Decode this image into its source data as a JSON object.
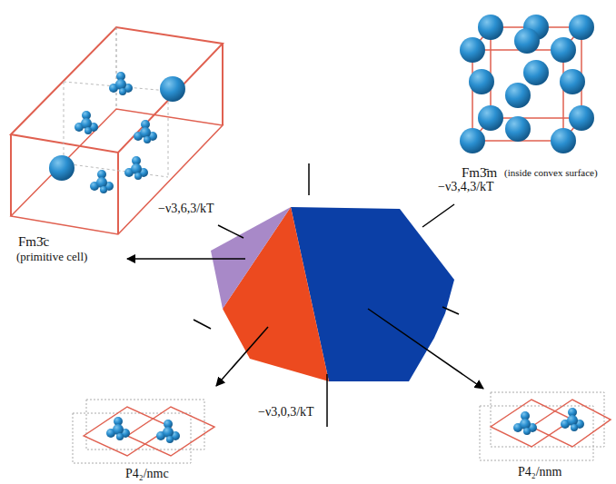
{
  "diagram": {
    "labels": [
      "Fm3̄c",
      "(primitive cell)",
      "Fm3̄m",
      "(inside convex surface)",
      "−ν3,6,3/kT",
      "−ν3,4,3/kT",
      "−ν3,0,3/kT",
      "P4₂/nmc",
      "P4₂/nnm"
    ]
  }
}
